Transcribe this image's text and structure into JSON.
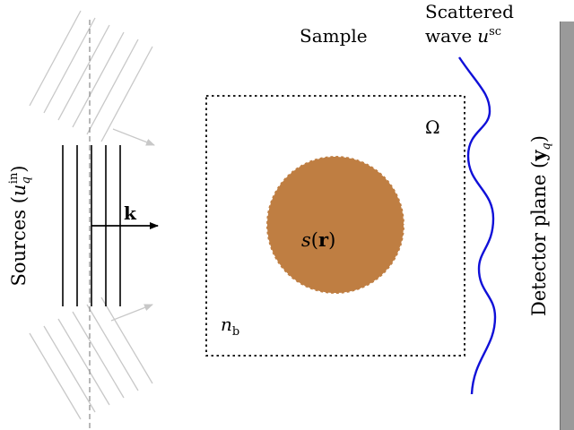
{
  "labels": {
    "sources_text": "Sources (",
    "sources_sym": "u",
    "sources_sub": "q",
    "sources_sup": "in",
    "sources_close": ")",
    "k_vector": "k",
    "sample": "Sample",
    "omega": "Ω",
    "s_func": "s",
    "s_arg_open": "(",
    "s_arg": "r",
    "s_arg_close": ")",
    "n_sym": "n",
    "n_sub": "b",
    "scattered_line1": "Scattered",
    "scattered_line2": "wave",
    "scattered_sym": "u",
    "scattered_sup": "sc",
    "detector_text": "Detector plane (",
    "detector_sym": "y",
    "detector_sub": "q",
    "detector_close": ")"
  },
  "colors": {
    "background": "#ffffff",
    "object_fill": "#bf7e42",
    "object_stroke": "#ffffff",
    "scattered_wave": "#1010d8",
    "faded_wave": "#c8c8c8",
    "detector_plate": "#9a9a9a",
    "detector_edge": "#6e6e6e",
    "ink": "#000000"
  }
}
